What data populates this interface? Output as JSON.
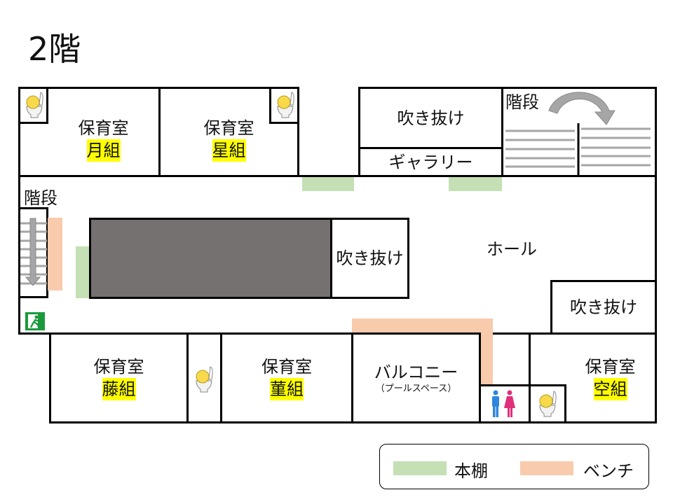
{
  "title": "2階",
  "rooms": {
    "tsuki": {
      "name": "保育室",
      "group": "月組"
    },
    "hoshi": {
      "name": "保育室",
      "group": "星組"
    },
    "fuji": {
      "name": "保育室",
      "group": "藤組"
    },
    "sumire": {
      "name": "保育室",
      "group": "菫組"
    },
    "sora": {
      "name": "保育室",
      "group": "空組"
    },
    "void_top": "吹き抜け",
    "void_mid": "吹き抜け",
    "void_right": "吹き抜け",
    "gallery": "ギャラリー",
    "stairs_top": "階段",
    "stairs_left": "階段",
    "hall": "ホール",
    "balcony": "バルコニー",
    "balcony_sub": "（プールスペース）"
  },
  "legend": {
    "bookshelf": "本棚",
    "bench": "ベンチ"
  },
  "colors": {
    "bookshelf": "#c5e0b4",
    "bench": "#f8cbad",
    "highlight": "#ffff00",
    "void_block": "#767171"
  }
}
